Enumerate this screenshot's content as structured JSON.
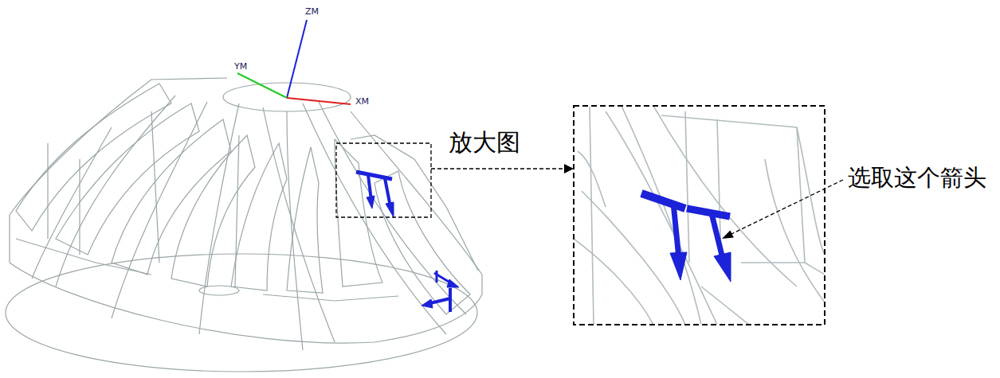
{
  "diagram": {
    "labels": [
      "ZM",
      "YM",
      "XM",
      "放大图",
      "选取这个箭头"
    ]
  }
}
